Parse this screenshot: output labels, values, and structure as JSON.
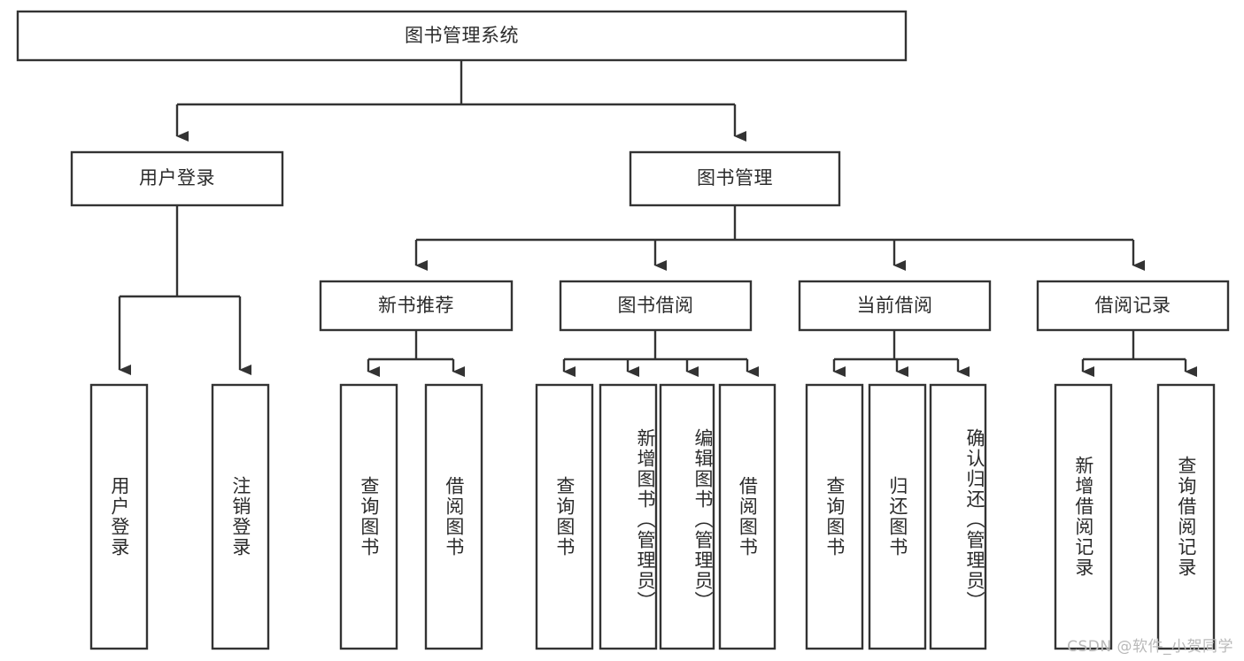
{
  "diagram": {
    "type": "tree",
    "title": "图书管理系统",
    "watermark": "CSDN @软件_小贺同学",
    "colors": {
      "stroke": "#333333",
      "box_fill": "#ffffff",
      "text": "#2b2b2b",
      "background": "#ffffff",
      "watermark": "#b9b9b9"
    },
    "nodes": {
      "root": {
        "label": "图书管理系统"
      },
      "level2": [
        {
          "label": "用户登录"
        },
        {
          "label": "图书管理"
        }
      ],
      "level3": [
        {
          "label": "新书推荐"
        },
        {
          "label": "图书借阅"
        },
        {
          "label": "当前借阅"
        },
        {
          "label": "借阅记录"
        }
      ],
      "leaves": {
        "user_login": [
          {
            "label": "用户登录"
          },
          {
            "label": "注销登录"
          }
        ],
        "new_book_recommend": [
          {
            "label": "查询图书"
          },
          {
            "label": "借阅图书"
          }
        ],
        "book_borrow": [
          {
            "label": "查询图书"
          },
          {
            "label": "新增图书（管理员）"
          },
          {
            "label": "编辑图书（管理员）"
          },
          {
            "label": "借阅图书"
          }
        ],
        "current_borrow": [
          {
            "label": "查询图书"
          },
          {
            "label": "归还图书"
          },
          {
            "label": "确认归还（管理员）"
          }
        ],
        "borrow_record": [
          {
            "label": "新增借阅记录"
          },
          {
            "label": "查询借阅记录"
          }
        ]
      }
    }
  }
}
